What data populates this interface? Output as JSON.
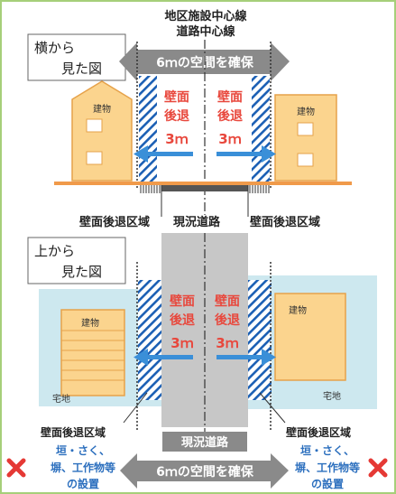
{
  "top": {
    "centerline_label_1": "地区施設中心線",
    "centerline_label_2": "道路中心線",
    "view_label_1": "横から",
    "view_label_2": "見た図",
    "space_label": "6ｍの空間を確保",
    "building_left": "建物",
    "building_right": "建物",
    "setback_left": [
      "壁面",
      "後退",
      "3ｍ"
    ],
    "setback_right": [
      "壁面",
      "後退",
      "3ｍ"
    ],
    "zone_left": "壁面後退区域",
    "road": "現況道路",
    "zone_right": "壁面後退区域"
  },
  "plan": {
    "view_label_1": "上から",
    "view_label_2": "見た図",
    "building_left": "建物",
    "building_right": "建物",
    "setback_left": [
      "壁面",
      "後退",
      "3ｍ"
    ],
    "setback_right": [
      "壁面",
      "後退",
      "3ｍ"
    ],
    "lot_left": "宅地",
    "lot_right": "宅地",
    "zone_left": "壁面後退区域",
    "zone_right": "壁面後退区域",
    "road": "現況道路",
    "space_label": "6ｍの空間を確保",
    "prohibited_left": [
      "垣・さく、",
      "塀、工作物等",
      "の設置"
    ],
    "prohibited_right": [
      "垣・さく、",
      "塀、工作物等",
      "の設置"
    ]
  },
  "colors": {
    "frame_green": "#a6cf7a",
    "building_fill": "#fbd48e",
    "building_stroke": "#e6a24a",
    "ground_orange": "#f09a4a",
    "hatch_blue": "#1b5fb4",
    "arrow_blue": "#3a8fd8",
    "space_gray": "#8a8a8a",
    "road_gray": "#c7c7c7",
    "lot_blue": "#cde8ef",
    "setback_red": "#e8473c",
    "cross_red": "#e53935",
    "note_blue": "#2c6fbe"
  }
}
